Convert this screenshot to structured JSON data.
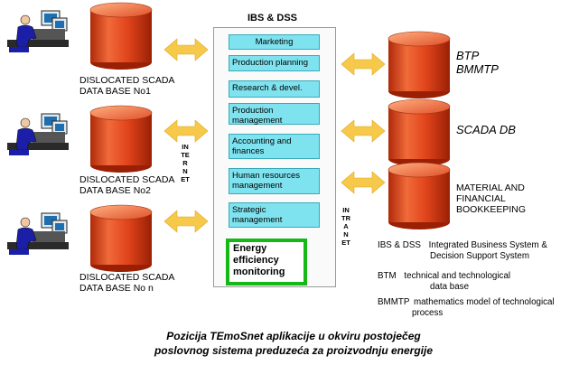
{
  "diagram": {
    "title": "IBS & DSS",
    "left_databases": [
      {
        "line1": "DISLOCATED SCADA",
        "line2": "DATA BASE No1"
      },
      {
        "line1": "DISLOCATED SCADA",
        "line2": "DATA BASE No2"
      },
      {
        "line1": "DISLOCATED SCADA",
        "line2": "DATA BASE No n"
      }
    ],
    "modules": [
      "Marketing",
      "Production planning",
      "Research & devel.",
      "Production management",
      "Accounting and finances",
      "Human resources management",
      "Strategic management"
    ],
    "energy_box": "Energy efficiency monitoring",
    "internet_label": "INTERNET",
    "intranet_label": "INTRANET",
    "right_databases": [
      {
        "line1": "BTP",
        "line2": "BMMTP"
      },
      {
        "line1": "SCADA DB"
      },
      {
        "line1": "MATERIAL AND",
        "line2": "FINANCIAL",
        "line3": "BOOKKEEPING"
      }
    ],
    "legend": [
      {
        "term": "IBS & DSS",
        "line1": "Integrated Business System &",
        "line2": "Decision Support System"
      },
      {
        "term": "BTM",
        "line1": "technical and technological",
        "line2": "data base"
      },
      {
        "term": "BMMTP",
        "line1": "mathematics model of technological",
        "line2": "process"
      }
    ],
    "caption": {
      "line1": "Pozicija TEmoSnet aplikacije u okviru postoječeg",
      "line2": "poslovnog sistema preduzeća za proizvodnju energije"
    },
    "colors": {
      "cylinder": "#e2451c",
      "module_fill": "#7fe3ef",
      "arrow": "#f6c94a",
      "energy_border": "#16b816",
      "operator_suit": "#1b1fa8"
    }
  }
}
